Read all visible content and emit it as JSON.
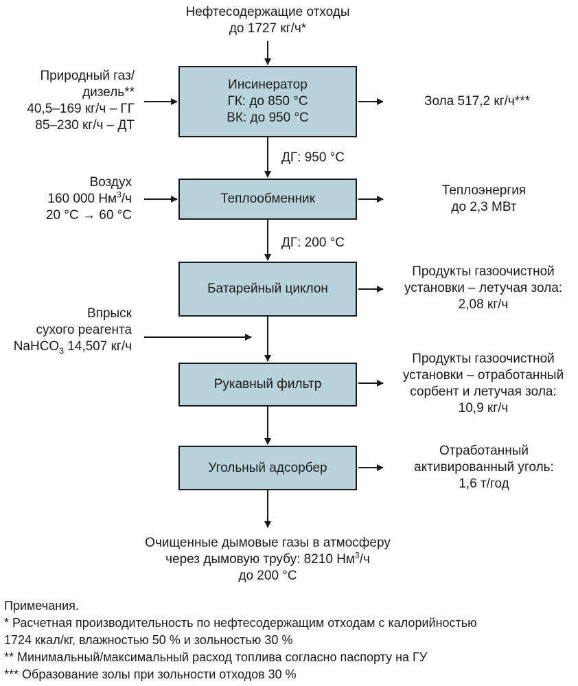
{
  "input_top": {
    "line1": "Нефтесодержащие отходы",
    "line2": "до 1727 кг/ч*"
  },
  "fuel": {
    "line1": "Природный газ/",
    "line2": "дизель**",
    "line3": "40,5–169 кг/ч – ГГ",
    "line4": "85–230 кг/ч – ДТ"
  },
  "incinerator": {
    "title": "Инсинератор",
    "line2": "ГК: до 850 °С",
    "line3": "ВК: до 950 °С"
  },
  "ash": {
    "text": "Зола 517,2 кг/ч***"
  },
  "flue_gas_1": {
    "text": "ДГ: 950 °С"
  },
  "air": {
    "line1": "Воздух",
    "line2_pre": "160 000 Нм",
    "line2_sup": "3",
    "line2_post": "/ч",
    "line3": "20 °С → 60 °С"
  },
  "heat_exchanger": {
    "title": "Теплообменник"
  },
  "heat_energy": {
    "line1": "Теплоэнергия",
    "line2": "до 2,3 МВт"
  },
  "flue_gas_2": {
    "text": "ДГ: 200 °С"
  },
  "cyclone": {
    "title": "Батарейный циклон"
  },
  "cyclone_output": {
    "line1": "Продукты газоочистной",
    "line2": "установки – летучая зола:",
    "line3": "2,08 кг/ч"
  },
  "reagent": {
    "line1": "Впрыск",
    "line2": "сухого реагента",
    "line3_pre": "NaHCO",
    "line3_sub": "3",
    "line3_post": " 14,507 кг/ч"
  },
  "bag_filter": {
    "title": "Рукавный фильтр"
  },
  "filter_output": {
    "line1": "Продукты газоочистной",
    "line2": "установки – отработанный",
    "line3": "сорбент и летучая зола:",
    "line4": "10,9 кг/ч"
  },
  "adsorber": {
    "title": "Угольный адсорбер"
  },
  "adsorber_output": {
    "line1": "Отработанный",
    "line2": "активированный уголь:",
    "line3": "1,6 т/год"
  },
  "output_bottom": {
    "line1": "Очищенные дымовые газы в атмосферу",
    "line2_pre": "через дымовую трубу: 8210 Нм",
    "line2_sup": "3",
    "line2_post": "/ч",
    "line3": "до 200 °С"
  },
  "notes": {
    "title": "Примечания.",
    "n1a": "* Расчетная производительность по нефтесодержащим отходам с калорийностью",
    "n1b": "1724 ккал/кг, влажностью 50 % и зольностью 30 %",
    "n2": "** Минимальный/максимальный расход топлива согласно паспорту на ГУ",
    "n3": "*** Образование золы при зольности отходов 30 %"
  },
  "colors": {
    "box_fill": "#b9d3dc",
    "stroke": "#1a1a1a"
  }
}
